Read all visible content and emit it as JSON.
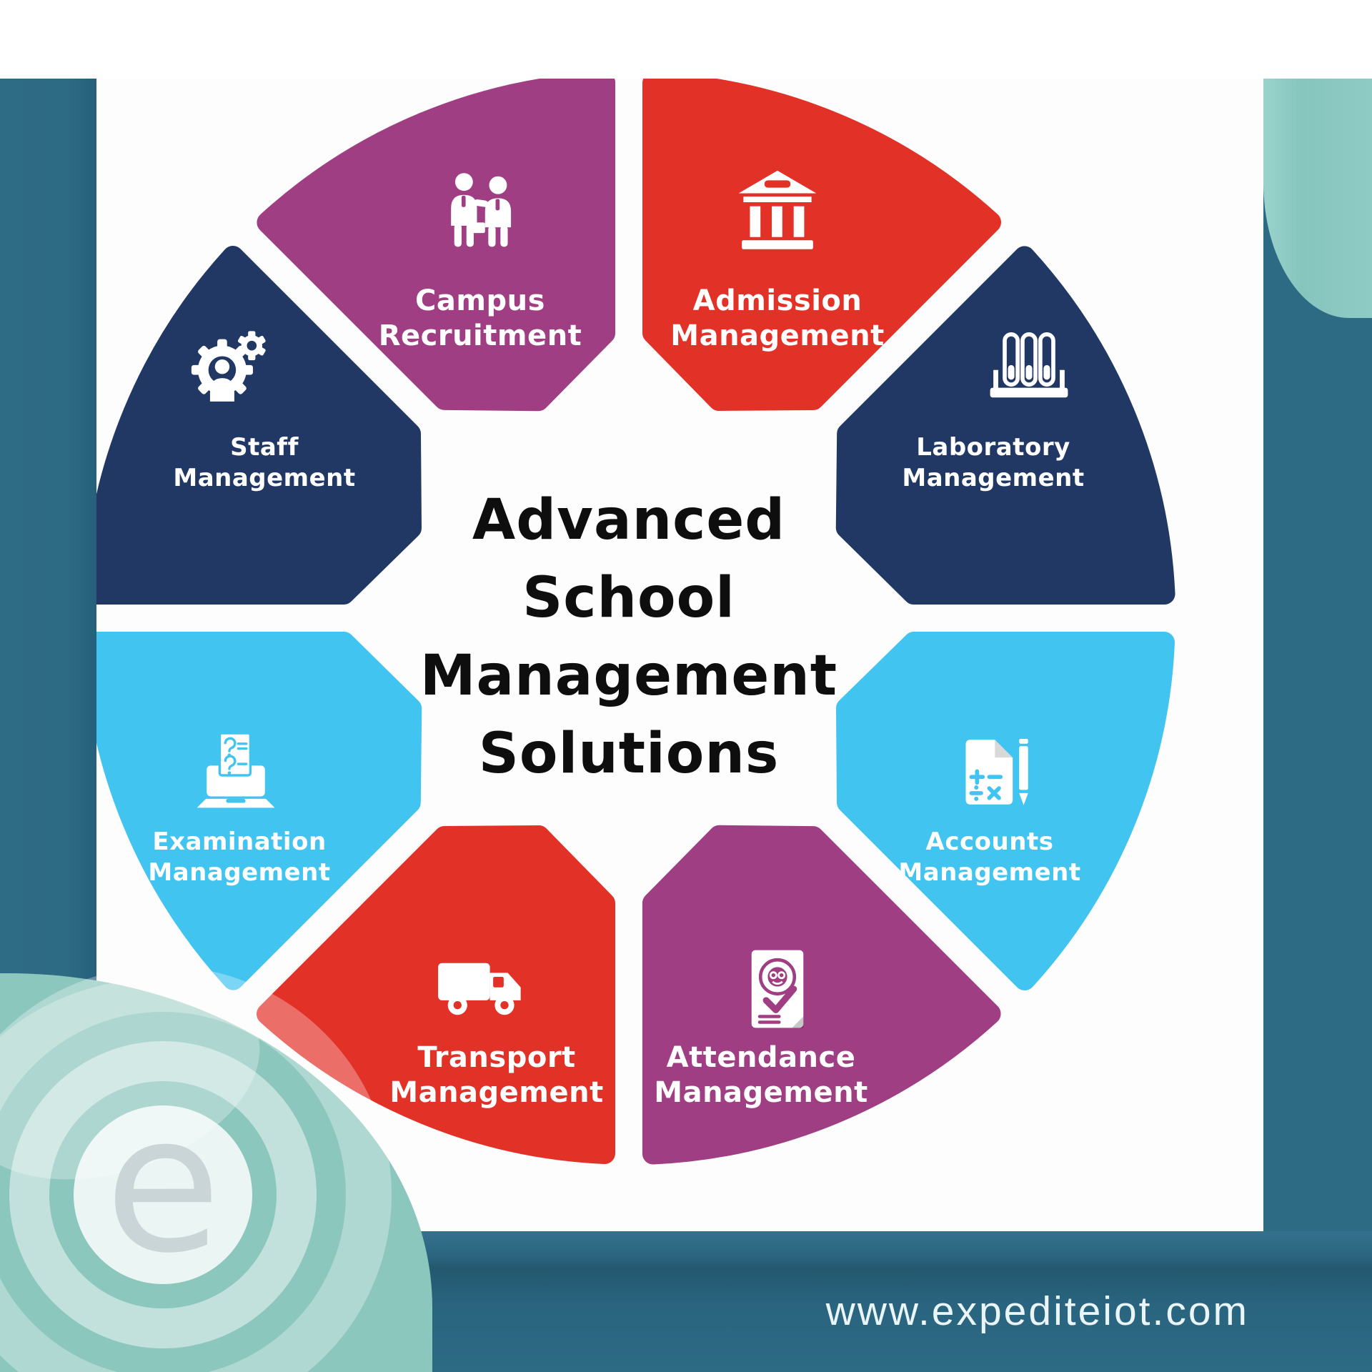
{
  "meta": {
    "watermark_letter": "e",
    "palette": {
      "frame_teal": "#2D6A83",
      "frame_teal_dark": "#24586F",
      "right_light_teal": "#8ECBC4",
      "blob_green": "#8CC7BD",
      "panel_white": "#FDFDFD",
      "title_black": "#0E0E0E"
    }
  },
  "title": {
    "full": "Advanced School Management Solutions",
    "lines": [
      "Advanced",
      "School",
      "Management",
      "Solutions"
    ]
  },
  "segments": [
    {
      "name": "campus-recruitment",
      "line1": "Campus",
      "line2": "Recruitment",
      "color": "#A03E83",
      "icon": "recruitment-people-icon"
    },
    {
      "name": "admission-management",
      "line1": "Admission",
      "line2": "Management",
      "color": "#E23127",
      "icon": "bank-building-icon"
    },
    {
      "name": "laboratory-management",
      "line1": "Laboratory",
      "line2": "Management",
      "color": "#213864",
      "icon": "test-tubes-icon"
    },
    {
      "name": "accounts-management",
      "line1": "Accounts",
      "line2": "Management",
      "color": "#41C4F0",
      "icon": "calculator-document-icon"
    },
    {
      "name": "attendance-management",
      "line1": "Attendance",
      "line2": "Management",
      "color": "#A03E83",
      "icon": "attendance-sheet-icon"
    },
    {
      "name": "transport-management",
      "line1": "Transport",
      "line2": "Management",
      "color": "#E23127",
      "icon": "truck-icon"
    },
    {
      "name": "examination-management",
      "line1": "Examination",
      "line2": "Management",
      "color": "#41C4F0",
      "icon": "exam-laptop-icon"
    },
    {
      "name": "staff-management",
      "line1": "Staff",
      "line2": "Management",
      "color": "#213864",
      "icon": "person-gears-icon"
    }
  ],
  "footer": {
    "website": "www.expediteiot.com"
  }
}
